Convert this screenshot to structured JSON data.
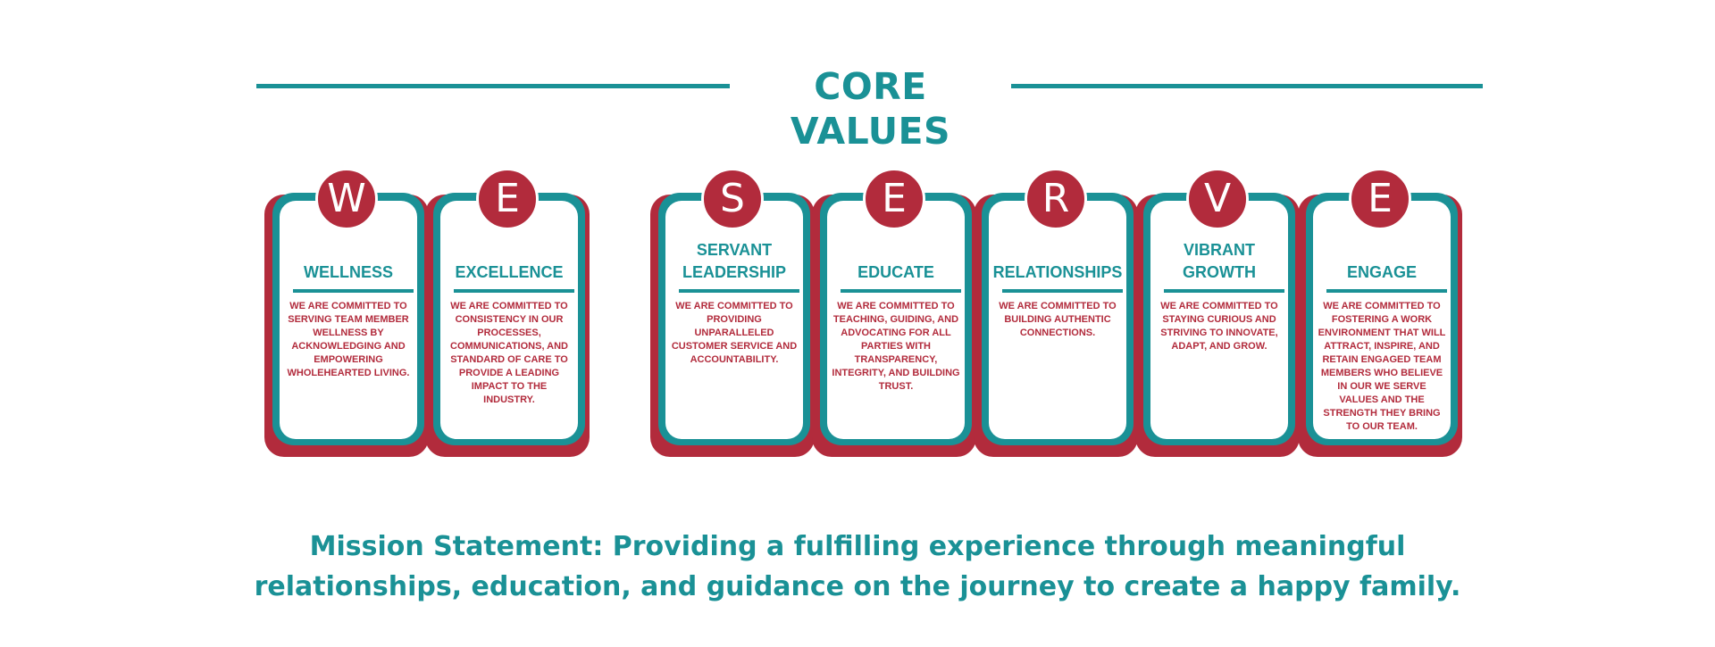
{
  "header": {
    "title": "CORE VALUES"
  },
  "values": [
    {
      "letter": "W",
      "title": "WELLNESS",
      "description": "WE ARE COMMITTED TO SERVING TEAM MEMBER WELLNESS BY ACKNOWLEDGING AND EMPOWERING WHOLEHEARTED LIVING."
    },
    {
      "letter": "E",
      "title": "EXCELLENCE",
      "description": "WE ARE COMMITTED TO CONSISTENCY IN OUR PROCESSES, COMMUNICATIONS, AND STANDARD OF CARE TO PROVIDE A LEADING IMPACT TO THE INDUSTRY."
    },
    {
      "letter": "S",
      "title": "SERVANT\nLEADERSHIP",
      "description": "WE ARE COMMITTED TO PROVIDING UNPARALLELED CUSTOMER SERVICE AND ACCOUNTABILITY."
    },
    {
      "letter": "E",
      "title": "EDUCATE",
      "description": "WE ARE COMMITTED TO TEACHING, GUIDING, AND ADVOCATING FOR ALL PARTIES WITH TRANSPARENCY, INTEGRITY, AND BUILDING TRUST."
    },
    {
      "letter": "R",
      "title": "RELATIONSHIPS",
      "description": "WE ARE COMMITTED TO BUILDING AUTHENTIC CONNECTIONS."
    },
    {
      "letter": "V",
      "title": "VIBRANT\nGROWTH",
      "description": "WE ARE COMMITTED TO STAYING CURIOUS AND STRIVING TO INNOVATE, ADAPT, AND GROW."
    },
    {
      "letter": "E",
      "title": "ENGAGE",
      "description": "WE ARE COMMITTED TO FOSTERING A WORK ENVIRONMENT THAT WILL ATTRACT, INSPIRE, AND RETAIN ENGAGED TEAM MEMBERS WHO BELIEVE IN OUR WE SERVE VALUES AND THE STRENGTH THEY BRING TO OUR TEAM."
    }
  ],
  "mission": {
    "text": "Mission Statement: Providing a fulfilling experience through meaningful relationships, education, and guidance on the journey to create a happy family."
  },
  "colors": {
    "teal": "#1a9196",
    "red": "#b22b3c"
  }
}
